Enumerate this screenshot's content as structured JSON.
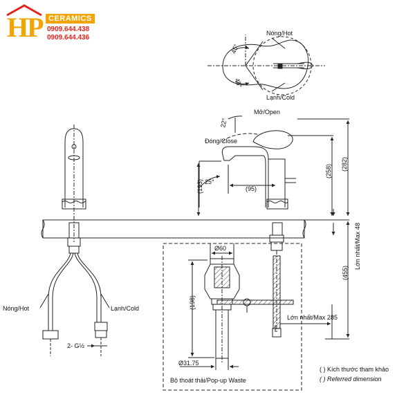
{
  "logo": {
    "letters": "HP",
    "brand": "CERAMICS",
    "phone1": "0909.644.438",
    "phone2": "0909.644.436"
  },
  "top_view": {
    "hot": "Nóng/Hot",
    "cold": "Lạnh/Cold",
    "angle_hot": "45°",
    "angle_cold": "45°"
  },
  "side_view": {
    "open": "Mở/Open",
    "close": "Đóng/Close",
    "angle_open": "22°",
    "angle_spout": "25°",
    "dim_reach": "(95)",
    "dim_spout_height": "(193)",
    "dim_258": "(258)",
    "dim_282": "(282)",
    "dim_455": "(455)",
    "max48": "Lớn nhất/Max 48",
    "max285": "Lớn nhất/Max 285"
  },
  "front_view": {
    "hot": "Nóng/Hot",
    "cold": "Lạnh/Cold",
    "thread": "2- G½"
  },
  "waste": {
    "dia_top": "Ø60",
    "height": "(198)",
    "dia_bottom": "Ø31.75",
    "caption": "Bộ thoát thải/Pop-up Waste"
  },
  "notes": {
    "line1": "(  ) Kích thước tham khảo",
    "line2": "(  ) Referred dimension"
  },
  "colors": {
    "logo_orange": "#f2a400",
    "logo_red": "#e0231b",
    "line": "#222222"
  }
}
